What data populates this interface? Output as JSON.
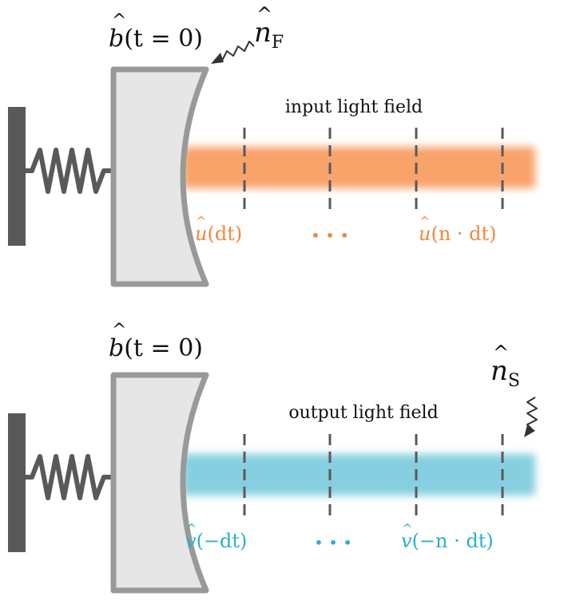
{
  "panels": [
    {
      "id": "input",
      "mode_label": {
        "base": "b",
        "arg": "(t = 0)"
      },
      "field_label": "input light field",
      "noise_label": {
        "base": "n",
        "sub": "F"
      },
      "beam_color": "#f8a36a",
      "label_color": "#f0883e",
      "slices": [
        {
          "base": "u",
          "arg": "(dt)"
        },
        {
          "base": "u",
          "arg": "(n · dt)"
        }
      ],
      "ellipsis": "• • •"
    },
    {
      "id": "output",
      "mode_label": {
        "base": "b",
        "arg": "(t = 0)"
      },
      "field_label": "output light field",
      "noise_label": {
        "base": "n",
        "sub": "S"
      },
      "beam_color": "#86cfe0",
      "label_color": "#2ab0cc",
      "slices": [
        {
          "base": "v",
          "arg": "(−dt)"
        },
        {
          "base": "v",
          "arg": "(−n · dt)"
        }
      ],
      "ellipsis": "• • •"
    }
  ],
  "colors": {
    "wall": "#595959",
    "spring": "#595959",
    "mirror_fill": "#e6e6e6",
    "mirror_stroke": "#999999",
    "divider": "#595959",
    "text": "#111111"
  }
}
